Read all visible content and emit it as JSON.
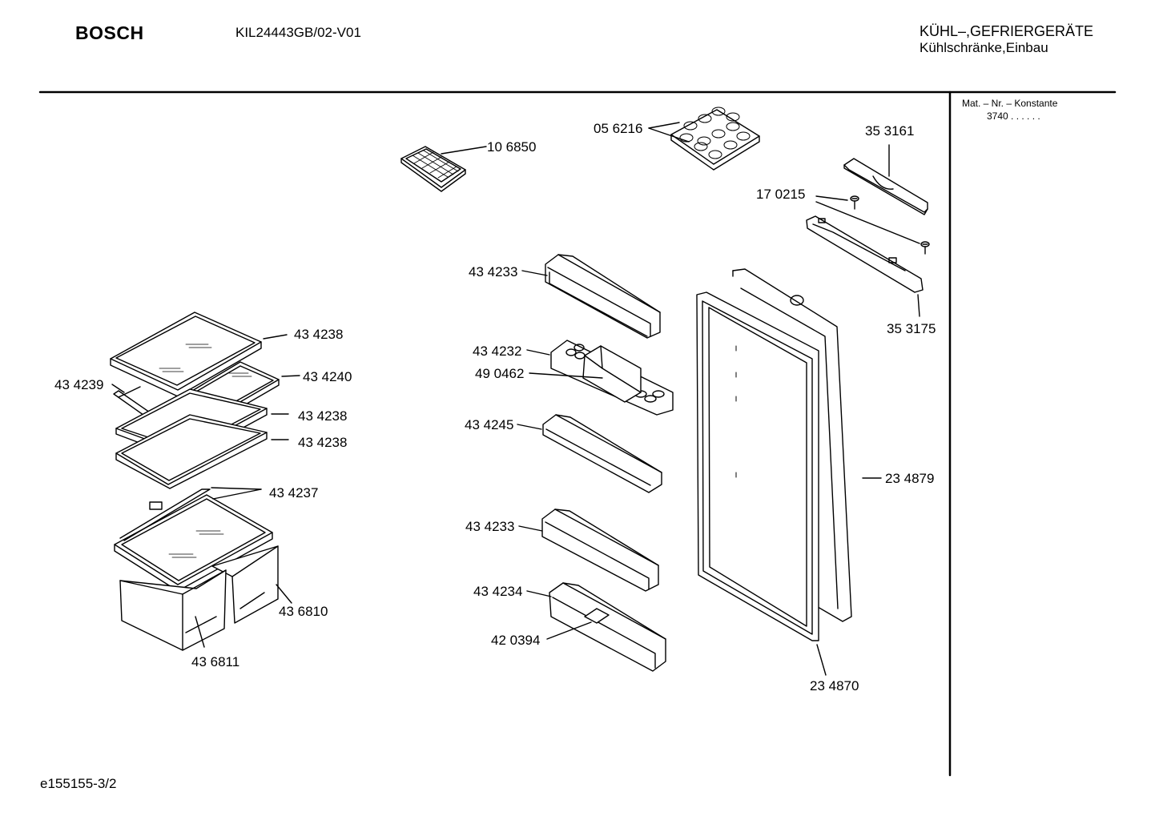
{
  "header": {
    "brand": "BOSCH",
    "model": "KIL24443GB/02-V01",
    "category_line1": "KÜHL–,GEFRIERGERÄTE",
    "category_line2": "Kühlschränke,Einbau"
  },
  "material": {
    "label": "Mat. – Nr. – Konstante",
    "value": "3740  .  .    .  .  .  ."
  },
  "footer": {
    "drawing_id": "e155155-3/2"
  },
  "parts": [
    {
      "id": "p_106850",
      "label": "10 6850"
    },
    {
      "id": "p_056216",
      "label": "05 6216"
    },
    {
      "id": "p_353161",
      "label": "35 3161"
    },
    {
      "id": "p_170215",
      "label": "17 0215"
    },
    {
      "id": "p_353175",
      "label": "35 3175"
    },
    {
      "id": "p_434233a",
      "label": "43 4233"
    },
    {
      "id": "p_434232",
      "label": "43 4232"
    },
    {
      "id": "p_490462",
      "label": "49 0462"
    },
    {
      "id": "p_434245",
      "label": "43 4245"
    },
    {
      "id": "p_434233b",
      "label": "43 4233"
    },
    {
      "id": "p_434234",
      "label": "43 4234"
    },
    {
      "id": "p_420394",
      "label": "42 0394"
    },
    {
      "id": "p_234879",
      "label": "23 4879"
    },
    {
      "id": "p_234870",
      "label": "23 4870"
    },
    {
      "id": "p_434238a",
      "label": "43 4238"
    },
    {
      "id": "p_434239",
      "label": "43 4239"
    },
    {
      "id": "p_434240",
      "label": "43 4240"
    },
    {
      "id": "p_434238b",
      "label": "43 4238"
    },
    {
      "id": "p_434238c",
      "label": "43 4238"
    },
    {
      "id": "p_434237",
      "label": "43 4237"
    },
    {
      "id": "p_436810",
      "label": "43 6810"
    },
    {
      "id": "p_436811",
      "label": "43 6811"
    }
  ]
}
